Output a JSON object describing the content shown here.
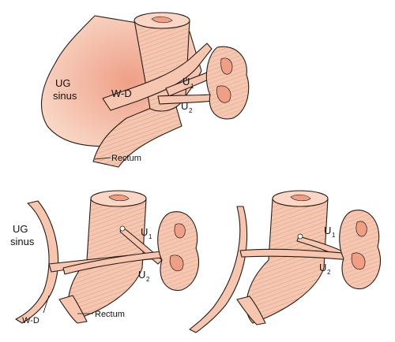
{
  "colors": {
    "tissue": "#f6c6b0",
    "tissue_dark": "#ef9f86",
    "ink": "#2a1a14"
  },
  "labels": {
    "ug_sinus_top": [
      "UG",
      "sinus"
    ],
    "wd_top": "W-D",
    "u1_top": "U",
    "u1_top_sub": "1",
    "u2_top": "U",
    "u2_top_sub": "2",
    "rectum_top": "Rectum",
    "ug_sinus_left": [
      "UG",
      "sinus"
    ],
    "u1_left": "U",
    "u1_left_sub": "1",
    "u2_left": "U",
    "u2_left_sub": "2",
    "wd_left": "W-D",
    "rectum_left": "Rectum",
    "u1_right": "U",
    "u1_right_sub": "1",
    "u2_right": "U",
    "u2_right_sub": "2"
  }
}
